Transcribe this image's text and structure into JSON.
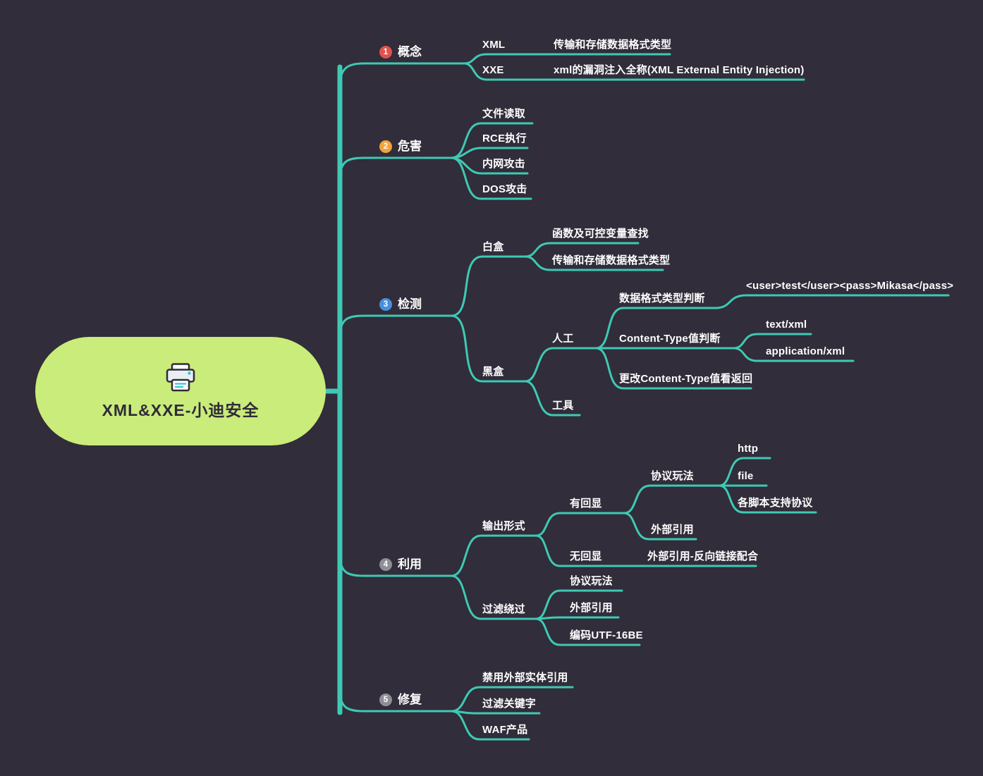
{
  "colors": {
    "background": "#312d3a",
    "branch": "#3ec9b4",
    "root_fill": "#c9ec7a",
    "root_text": "#2f2b38",
    "text": "#ffffff"
  },
  "root": {
    "label": "XML&XXE-小迪安全",
    "icon": "printer-icon",
    "children": [
      {
        "badge": "1",
        "badge_color": "#e0524d",
        "label": "概念",
        "children": [
          {
            "label": "XML",
            "children": [
              {
                "label": "传输和存储数据格式类型"
              }
            ]
          },
          {
            "label": "XXE",
            "children": [
              {
                "label": "xml的漏洞注入全称(XML External Entity Injection)"
              }
            ]
          }
        ]
      },
      {
        "badge": "2",
        "badge_color": "#f2a33c",
        "label": "危害",
        "children": [
          {
            "label": "文件读取"
          },
          {
            "label": "RCE执行"
          },
          {
            "label": "内网攻击"
          },
          {
            "label": "DOS攻击"
          }
        ]
      },
      {
        "badge": "3",
        "badge_color": "#4a8fdc",
        "label": "检测",
        "children": [
          {
            "label": "白盒",
            "children": [
              {
                "label": "函数及可控变量查找"
              },
              {
                "label": "传输和存储数据格式类型"
              }
            ]
          },
          {
            "label": "黑盒",
            "children": [
              {
                "label": "人工",
                "children": [
                  {
                    "label": "数据格式类型判断",
                    "children": [
                      {
                        "label": "<user>test</user><pass>Mikasa</pass>"
                      }
                    ]
                  },
                  {
                    "label": "Content-Type值判断",
                    "children": [
                      {
                        "label": "text/xml"
                      },
                      {
                        "label": "application/xml"
                      }
                    ]
                  },
                  {
                    "label": "更改Content-Type值看返回"
                  }
                ]
              },
              {
                "label": "工具"
              }
            ]
          }
        ]
      },
      {
        "badge": "4",
        "badge_color": "#8e8f96",
        "label": "利用",
        "children": [
          {
            "label": "输出形式",
            "children": [
              {
                "label": "有回显",
                "children": [
                  {
                    "label": "协议玩法",
                    "children": [
                      {
                        "label": "http"
                      },
                      {
                        "label": "file"
                      },
                      {
                        "label": "各脚本支持协议"
                      }
                    ]
                  },
                  {
                    "label": "外部引用"
                  }
                ]
              },
              {
                "label": "无回显",
                "children": [
                  {
                    "label": "外部引用-反向链接配合"
                  }
                ]
              }
            ]
          },
          {
            "label": "过滤绕过",
            "children": [
              {
                "label": "协议玩法"
              },
              {
                "label": "外部引用"
              },
              {
                "label": "编码UTF-16BE"
              }
            ]
          }
        ]
      },
      {
        "badge": "5",
        "badge_color": "#8e8f96",
        "label": "修复",
        "children": [
          {
            "label": "禁用外部实体引用"
          },
          {
            "label": "过滤关键字"
          },
          {
            "label": "WAF产品"
          }
        ]
      }
    ]
  }
}
